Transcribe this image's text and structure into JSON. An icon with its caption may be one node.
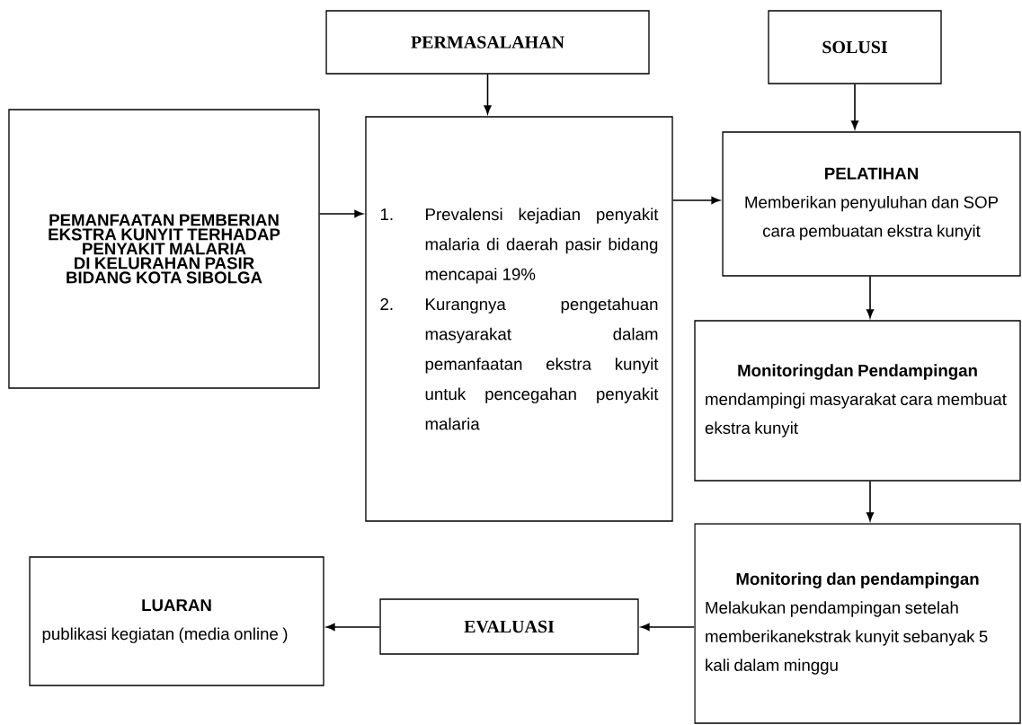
{
  "diagram": {
    "nodes": [
      {
        "text": [
          "PERMASALAHAN"
        ]
      },
      {
        "text": [
          "SOLUSI"
        ]
      },
      {
        "text": [
          "PEMANFAATAN PEMBERIAN EKSTRA KUNYIT TERHADAP PENYAKIT MALARIA DI KELURAHAN PASIR BIDANG KOTA SIBOLGA"
        ]
      },
      {
        "text": [
          "1.",
          "Prevalensi kejadian penyakit malaria di daerah pasir bidang mencapai 19%",
          "2.",
          "Kurangnya pengetahuan masyarakat dalam pemanfaatan ekstra kunyit untuk pencegahan penyakit malaria"
        ]
      },
      {
        "text": [
          "PELATIHAN",
          "Memberikan penyuluhan dan SOP cara pembuatan ekstra kunyit"
        ]
      },
      {
        "text": [
          "Monitoringdan Pendampingan",
          "mendampingi masyarakat cara membuat ekstra kunyit"
        ]
      },
      {
        "text": [
          "Monitoring dan pendampingan",
          "Melakukan pendampingan setelah memberikanekstrak kunyit sebanyak 5 kali dalam minggu"
        ]
      },
      {
        "text": [
          "EVALUASI"
        ]
      },
      {
        "text": [
          "LUARAN",
          "publikasi kegiatan (media online )"
        ]
      }
    ],
    "edges": [
      {
        "from": 0,
        "to": 3,
        "arrow": "to"
      },
      {
        "from": 1,
        "to": 4,
        "arrow": "to"
      },
      {
        "from": 2,
        "to": 3,
        "arrow": "to"
      },
      {
        "from": 3,
        "to": 4,
        "arrow": "to"
      },
      {
        "from": 4,
        "to": 5,
        "arrow": "to"
      },
      {
        "from": 5,
        "to": 6,
        "arrow": "to"
      },
      {
        "from": 6,
        "to": 7,
        "arrow": "to"
      },
      {
        "from": 7,
        "to": 8,
        "arrow": "to"
      }
    ]
  }
}
